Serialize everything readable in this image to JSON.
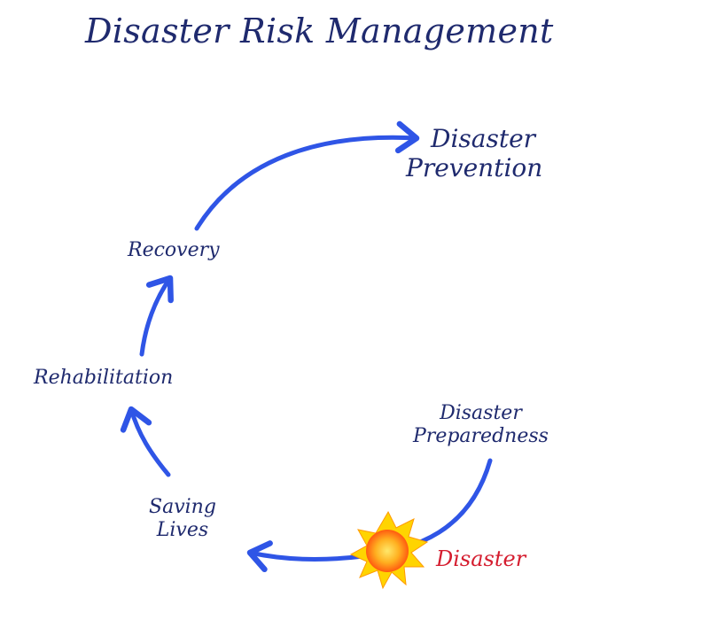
{
  "title": "Disaster Risk Management",
  "nodes": {
    "disaster_prevention": [
      "Disaster",
      "Prevention"
    ],
    "recovery": "Recovery",
    "rehabilitation": "Rehabilitation",
    "disaster_preparedness": [
      "Disaster",
      "Preparedness"
    ],
    "saving_lives": [
      "Saving",
      "Lives"
    ],
    "disaster": "Disaster"
  },
  "colors": {
    "text": "#1f2a6e",
    "arrow": "#2f55e6",
    "disaster_text": "#d51d2f",
    "burst_outer": "#ff6a10",
    "burst_inner": "#ffd400"
  },
  "icons": {
    "disaster": "explosion-burst-icon"
  }
}
